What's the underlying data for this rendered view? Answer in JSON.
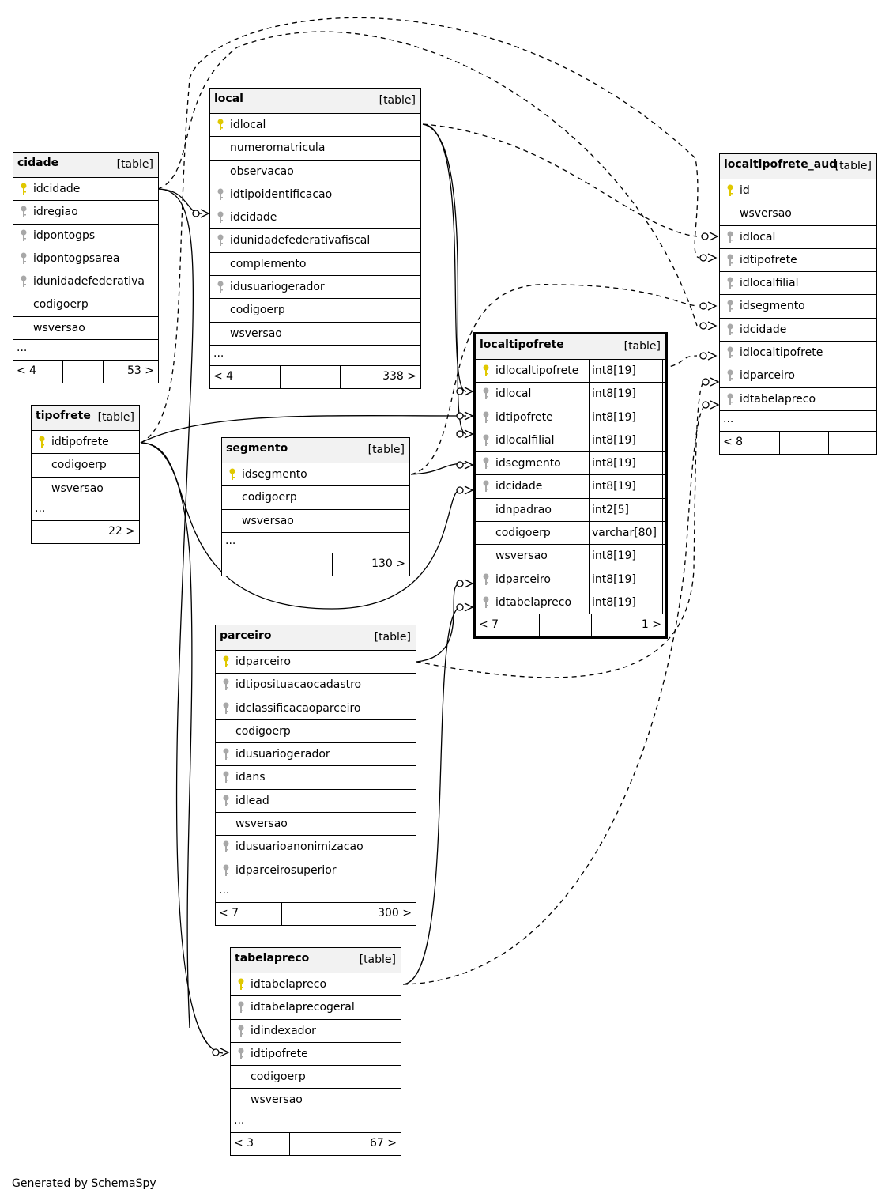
{
  "credit": "Generated by SchemaSpy",
  "colors": {
    "pk_key": "#e0c800",
    "fk_key": "#a8a8a8",
    "header_bg": "#f2f2f2"
  },
  "tables": [
    {
      "id": "cidade",
      "name": "cidade",
      "type": "[table]",
      "columns": [
        {
          "name": "idcidade",
          "key": "pk"
        },
        {
          "name": "idregiao",
          "key": "fk"
        },
        {
          "name": "idpontogps",
          "key": "fk"
        },
        {
          "name": "idpontogpsarea",
          "key": "fk"
        },
        {
          "name": "idunidadefederativa",
          "key": "fk"
        },
        {
          "name": "codigoerp",
          "key": ""
        },
        {
          "name": "wsversao",
          "key": ""
        }
      ],
      "more": "...",
      "parents": "< 4",
      "children": "53 >"
    },
    {
      "id": "local",
      "name": "local",
      "type": "[table]",
      "columns": [
        {
          "name": "idlocal",
          "key": "pk"
        },
        {
          "name": "numeromatricula",
          "key": ""
        },
        {
          "name": "observacao",
          "key": ""
        },
        {
          "name": "idtipoidentificacao",
          "key": "fk"
        },
        {
          "name": "idcidade",
          "key": "fk"
        },
        {
          "name": "idunidadefederativafiscal",
          "key": "fk"
        },
        {
          "name": "complemento",
          "key": ""
        },
        {
          "name": "idusuariogerador",
          "key": "fk"
        },
        {
          "name": "codigoerp",
          "key": ""
        },
        {
          "name": "wsversao",
          "key": ""
        }
      ],
      "more": "...",
      "parents": "< 4",
      "children": "338 >"
    },
    {
      "id": "tipofrete",
      "name": "tipofrete",
      "type": "[table]",
      "columns": [
        {
          "name": "idtipofrete",
          "key": "pk"
        },
        {
          "name": "codigoerp",
          "key": ""
        },
        {
          "name": "wsversao",
          "key": ""
        }
      ],
      "more": "...",
      "parents": "",
      "children": "22 >"
    },
    {
      "id": "segmento",
      "name": "segmento",
      "type": "[table]",
      "columns": [
        {
          "name": "idsegmento",
          "key": "pk"
        },
        {
          "name": "codigoerp",
          "key": ""
        },
        {
          "name": "wsversao",
          "key": ""
        }
      ],
      "more": "...",
      "parents": "",
      "children": "130 >"
    },
    {
      "id": "localtipofrete",
      "name": "localtipofrete",
      "type": "[table]",
      "columns": [
        {
          "name": "idlocaltipofrete",
          "key": "pk",
          "type": "int8[19]"
        },
        {
          "name": "idlocal",
          "key": "fk",
          "type": "int8[19]"
        },
        {
          "name": "idtipofrete",
          "key": "fk",
          "type": "int8[19]"
        },
        {
          "name": "idlocalfilial",
          "key": "fk",
          "type": "int8[19]"
        },
        {
          "name": "idsegmento",
          "key": "fk",
          "type": "int8[19]"
        },
        {
          "name": "idcidade",
          "key": "fk",
          "type": "int8[19]"
        },
        {
          "name": "idnpadrao",
          "key": "",
          "type": "int2[5]"
        },
        {
          "name": "codigoerp",
          "key": "",
          "type": "varchar[80]"
        },
        {
          "name": "wsversao",
          "key": "",
          "type": "int8[19]"
        },
        {
          "name": "idparceiro",
          "key": "fk",
          "type": "int8[19]"
        },
        {
          "name": "idtabelapreco",
          "key": "fk",
          "type": "int8[19]"
        }
      ],
      "more": "",
      "parents": "< 7",
      "children": "1 >"
    },
    {
      "id": "localtipofrete_aud",
      "name": "localtipofrete_aud",
      "type": "[table]",
      "columns": [
        {
          "name": "id",
          "key": "pk"
        },
        {
          "name": "wsversao",
          "key": ""
        },
        {
          "name": "idlocal",
          "key": "fk"
        },
        {
          "name": "idtipofrete",
          "key": "fk"
        },
        {
          "name": "idlocalfilial",
          "key": "fk"
        },
        {
          "name": "idsegmento",
          "key": "fk"
        },
        {
          "name": "idcidade",
          "key": "fk"
        },
        {
          "name": "idlocaltipofrete",
          "key": "fk"
        },
        {
          "name": "idparceiro",
          "key": "fk"
        },
        {
          "name": "idtabelapreco",
          "key": "fk"
        }
      ],
      "more": "...",
      "parents": "< 8",
      "children": ""
    },
    {
      "id": "parceiro",
      "name": "parceiro",
      "type": "[table]",
      "columns": [
        {
          "name": "idparceiro",
          "key": "pk"
        },
        {
          "name": "idtiposituacaocadastro",
          "key": "fk"
        },
        {
          "name": "idclassificacaoparceiro",
          "key": "fk"
        },
        {
          "name": "codigoerp",
          "key": ""
        },
        {
          "name": "idusuariogerador",
          "key": "fk"
        },
        {
          "name": "idans",
          "key": "fk"
        },
        {
          "name": "idlead",
          "key": "fk"
        },
        {
          "name": "wsversao",
          "key": ""
        },
        {
          "name": "idusuarioanonimizacao",
          "key": "fk"
        },
        {
          "name": "idparceirosuperior",
          "key": "fk"
        }
      ],
      "more": "...",
      "parents": "< 7",
      "children": "300 >"
    },
    {
      "id": "tabelapreco",
      "name": "tabelapreco",
      "type": "[table]",
      "columns": [
        {
          "name": "idtabelapreco",
          "key": "pk"
        },
        {
          "name": "idtabelaprecogeral",
          "key": "fk"
        },
        {
          "name": "idindexador",
          "key": "fk"
        },
        {
          "name": "idtipofrete",
          "key": "fk"
        },
        {
          "name": "codigoerp",
          "key": ""
        },
        {
          "name": "wsversao",
          "key": ""
        }
      ],
      "more": "...",
      "parents": "< 3",
      "children": "67 >"
    }
  ]
}
